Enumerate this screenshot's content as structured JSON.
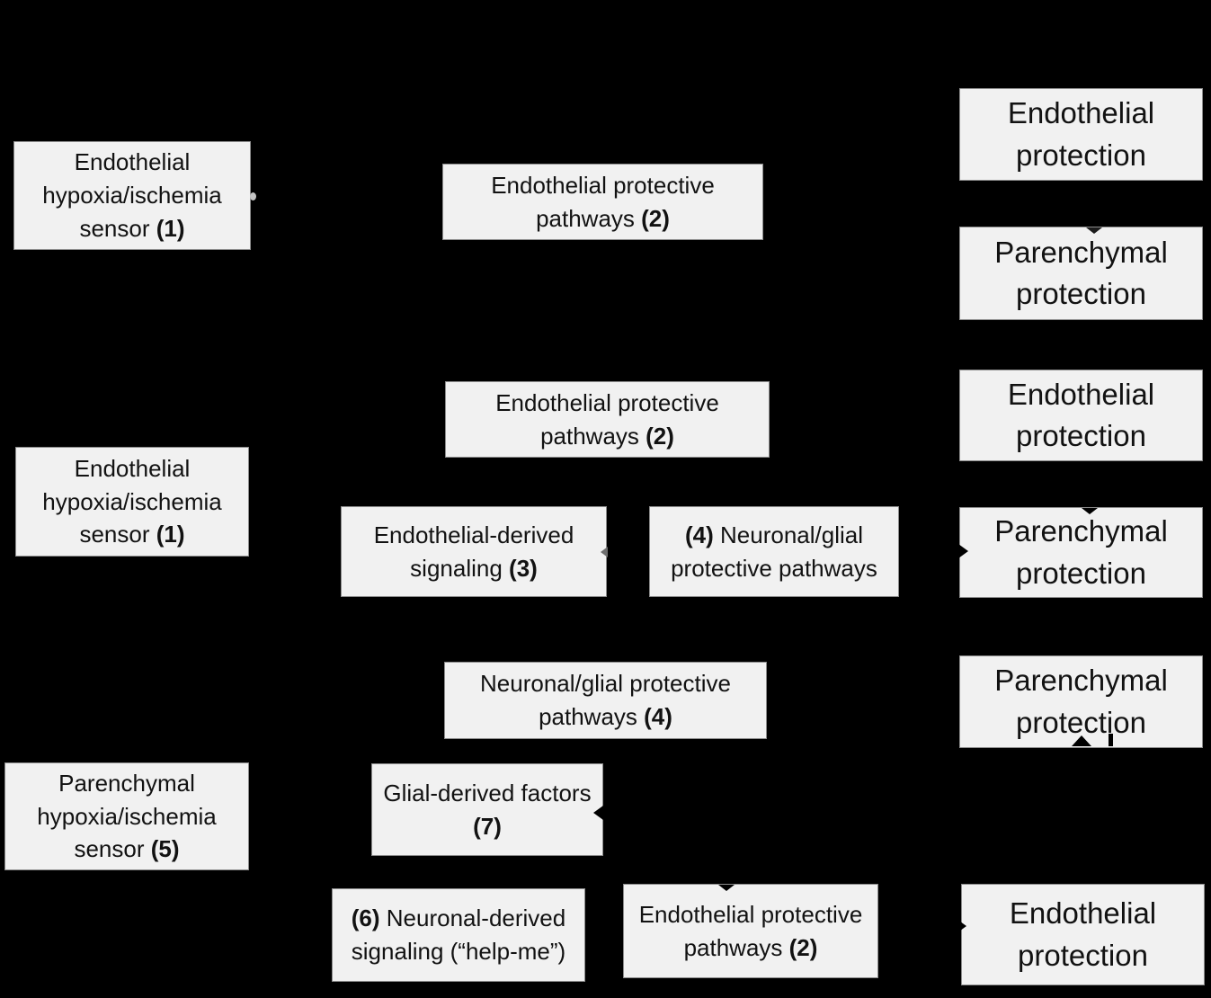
{
  "figure": {
    "type": "flow-diagram",
    "description": "Hypoxia/ischemia sensing and protective signaling pathways diagram",
    "palette": {
      "background": "#000000",
      "box_fill": "#f1f1f1",
      "box_border": "#8c8c8c",
      "text_color": "#121212"
    }
  },
  "boxes": [
    {
      "pre": "Endothelial hypoxia/ischemia sensor ",
      "bold": "(1)",
      "post": ""
    },
    {
      "pre": "Endothelial protective pathways ",
      "bold": "(2)",
      "post": ""
    },
    {
      "pre": "Endothelial protection",
      "bold": "",
      "post": ""
    },
    {
      "pre": "Parenchymal protection",
      "bold": "",
      "post": ""
    },
    {
      "pre": "Endothelial hypoxia/ischemia sensor ",
      "bold": "(1)",
      "post": ""
    },
    {
      "pre": "Endothelial protective pathways ",
      "bold": "(2)",
      "post": ""
    },
    {
      "pre": "Endothelial protection",
      "bold": "",
      "post": ""
    },
    {
      "pre": "Endothelial-derived signaling ",
      "bold": "(3)",
      "post": ""
    },
    {
      "pre": "",
      "bold": "(4)",
      "post": " Neuronal/glial protective pathways"
    },
    {
      "pre": "Parenchymal protection",
      "bold": "",
      "post": ""
    },
    {
      "pre": "Neuronal/glial protective pathways ",
      "bold": "(4)",
      "post": ""
    },
    {
      "pre": "Parenchymal protection",
      "bold": "",
      "post": ""
    },
    {
      "pre": "Parenchymal hypoxia/ischemia sensor ",
      "bold": "(5)",
      "post": ""
    },
    {
      "pre": "Glial-derived factors ",
      "bold": "(7)",
      "post": ""
    },
    {
      "pre": "",
      "bold": "(6)",
      "post": " Neuronal-derived signaling (“help-me”)"
    },
    {
      "pre": "Endothelial protective pathways ",
      "bold": "(2)",
      "post": ""
    },
    {
      "pre": "Endothelial protection",
      "bold": "",
      "post": ""
    }
  ]
}
